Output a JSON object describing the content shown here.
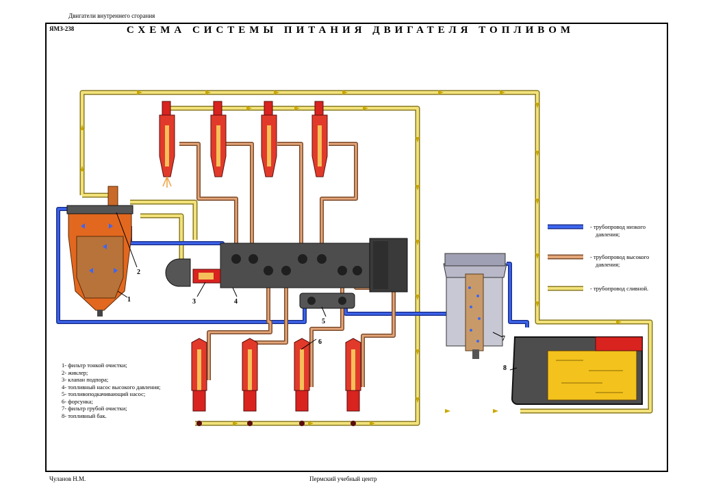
{
  "header_note": "Двигатели внутреннего сгорания",
  "model_code": "ЯМЗ-238",
  "title": "СХЕМА СИСТЕМЫ ПИТАНИЯ ДВИГАТЕЛЯ ТОПЛИВОМ",
  "author": "Чуланов Н.М.",
  "organization": "Пермский учебный центр",
  "component_list": [
    "1- фильтр тонкой очистки;",
    "2- жиклер;",
    "3- клапан подпора;",
    "4- топливный насос высокого давления;",
    "5- топливоподкачивающий насос;",
    "6- форсунка;",
    "7- фильтр грубой очистки;",
    "8- топливный бак."
  ],
  "pipe_legend": [
    {
      "label_line1": "- трубопровод низкого",
      "label_line2": "давления;",
      "color": "#2a4fd8"
    },
    {
      "label_line1": "- трубопровод высокого",
      "label_line2": "давления;",
      "color": "#c98a5a"
    },
    {
      "label_line1": "- трубопровод сливной.",
      "label_line2": "",
      "color": "#f2e27a"
    }
  ],
  "callouts": [
    "1",
    "2",
    "3",
    "4",
    "5",
    "6",
    "7",
    "8"
  ],
  "colors": {
    "low_pressure": "#2a4fd8",
    "high_pressure": "#c98a5a",
    "drain": "#f2e27a",
    "injector": "#d8231f",
    "pump_body": "#4a4a4a",
    "fuel": "#f3c21c"
  }
}
